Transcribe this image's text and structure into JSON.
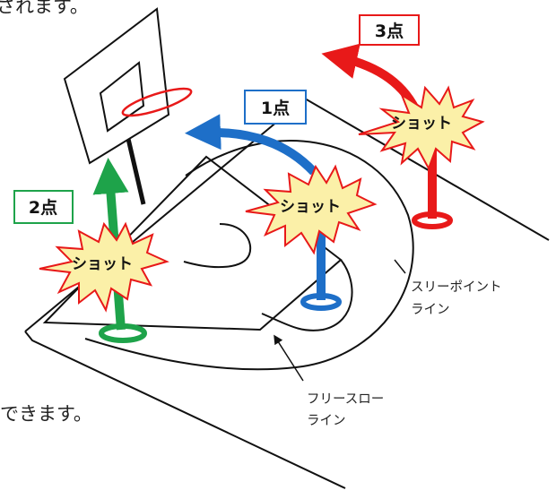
{
  "top_fragment": "されます。",
  "bottom_fragment": "できます。",
  "shots": {
    "one_point": {
      "badge": "1点",
      "shot_label": "ショット",
      "color": "#1e6fc8"
    },
    "two_point": {
      "badge": "2点",
      "shot_label": "ショット",
      "color": "#1ea34a"
    },
    "three_point": {
      "badge": "3点",
      "shot_label": "ショット",
      "color": "#e81919"
    }
  },
  "labels": {
    "three_point_line": [
      "スリーポイント",
      "ライン"
    ],
    "free_throw_line": [
      "フリースロー",
      "ライン"
    ]
  },
  "colors": {
    "burst_fill": "#fbf0a8",
    "burst_stroke": "#e81919",
    "line": "#111111"
  }
}
